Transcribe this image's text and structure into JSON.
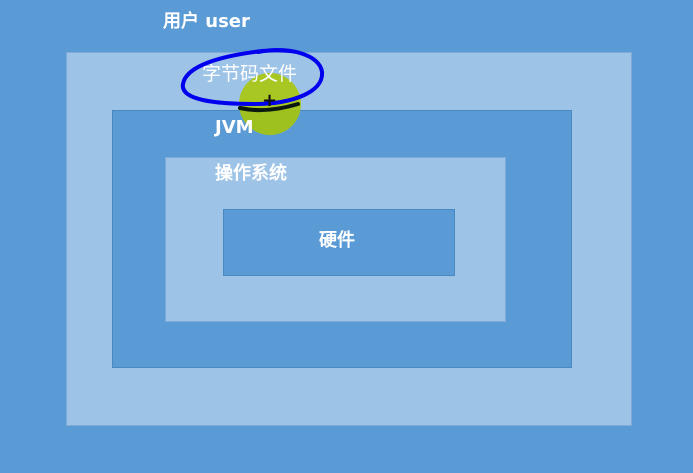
{
  "colors": {
    "user_layer": "#5b9bd5",
    "bytecode_layer": "#9dc3e6",
    "jvm_layer": "#5b9bd5",
    "os_layer": "#9dc3e6",
    "hardware_layer": "#5b9bd5",
    "label_text": "#ffffff",
    "annotation_circle": "#0000ee",
    "cursor_highlight": "#aac800"
  },
  "layers": {
    "user": {
      "label": "用户 user"
    },
    "bytecode": {
      "label": "字节码文件"
    },
    "jvm": {
      "label": "JVM"
    },
    "os": {
      "label": "操作系统"
    },
    "hardware": {
      "label": "硬件"
    }
  },
  "cursor": {
    "glyph": "+"
  }
}
